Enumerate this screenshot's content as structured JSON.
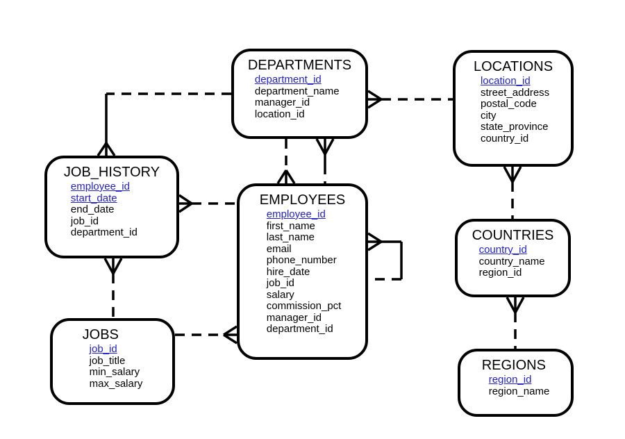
{
  "colors": {
    "background": "#ffffff",
    "entity_border": "#000000",
    "field_text": "#000000",
    "primary_key_text": "#2323cc",
    "connector": "#000000"
  },
  "entities": [
    {
      "id": "departments",
      "title": "DEPARTMENTS",
      "fields": [
        {
          "name": "department_id",
          "pk": true
        },
        {
          "name": "department_name",
          "pk": false
        },
        {
          "name": "manager_id",
          "pk": false
        },
        {
          "name": "location_id",
          "pk": false
        }
      ]
    },
    {
      "id": "locations",
      "title": "LOCATIONS",
      "fields": [
        {
          "name": "location_id",
          "pk": true
        },
        {
          "name": "street_address",
          "pk": false
        },
        {
          "name": "postal_code",
          "pk": false
        },
        {
          "name": "city",
          "pk": false
        },
        {
          "name": "state_province",
          "pk": false
        },
        {
          "name": "country_id",
          "pk": false
        }
      ]
    },
    {
      "id": "job_history",
      "title": "JOB_HISTORY",
      "fields": [
        {
          "name": "employee_id",
          "pk": true
        },
        {
          "name": "start_date",
          "pk": true
        },
        {
          "name": "end_date",
          "pk": false
        },
        {
          "name": "job_id",
          "pk": false
        },
        {
          "name": "department_id",
          "pk": false
        }
      ]
    },
    {
      "id": "employees",
      "title": "EMPLOYEES",
      "fields": [
        {
          "name": "employee_id",
          "pk": true
        },
        {
          "name": "first_name",
          "pk": false
        },
        {
          "name": "last_name",
          "pk": false
        },
        {
          "name": "email",
          "pk": false
        },
        {
          "name": "phone_number",
          "pk": false
        },
        {
          "name": "hire_date",
          "pk": false
        },
        {
          "name": "job_id",
          "pk": false
        },
        {
          "name": "salary",
          "pk": false
        },
        {
          "name": "commission_pct",
          "pk": false
        },
        {
          "name": "manager_id",
          "pk": false
        },
        {
          "name": "department_id",
          "pk": false
        }
      ]
    },
    {
      "id": "countries",
      "title": "COUNTRIES",
      "fields": [
        {
          "name": "country_id",
          "pk": true
        },
        {
          "name": "country_name",
          "pk": false
        },
        {
          "name": "region_id",
          "pk": false
        }
      ]
    },
    {
      "id": "jobs",
      "title": "JOBS",
      "fields": [
        {
          "name": "job_id",
          "pk": true
        },
        {
          "name": "job_title",
          "pk": false
        },
        {
          "name": "min_salary",
          "pk": false
        },
        {
          "name": "max_salary",
          "pk": false
        }
      ]
    },
    {
      "id": "regions",
      "title": "REGIONS",
      "fields": [
        {
          "name": "region_id",
          "pk": true
        },
        {
          "name": "region_name",
          "pk": false
        }
      ]
    }
  ],
  "relationships": [
    {
      "from": "DEPARTMENTS",
      "to": "LOCATIONS",
      "crow_foot_at": "DEPARTMENTS",
      "line_style": "dashed"
    },
    {
      "from": "JOB_HISTORY",
      "to": "DEPARTMENTS",
      "crow_foot_at": "JOB_HISTORY",
      "line_style": "dashed"
    },
    {
      "from": "EMPLOYEES",
      "to": "DEPARTMENTS",
      "crow_foot_at": "EMPLOYEES",
      "line_style": "dashed"
    },
    {
      "from": "DEPARTMENTS",
      "to": "EMPLOYEES",
      "crow_foot_at": "DEPARTMENTS",
      "line_style": "dashed"
    },
    {
      "from": "JOB_HISTORY",
      "to": "EMPLOYEES",
      "crow_foot_at": "JOB_HISTORY",
      "line_style": "dashed"
    },
    {
      "from": "EMPLOYEES",
      "to": "JOBS",
      "crow_foot_at": "EMPLOYEES",
      "line_style": "dashed"
    },
    {
      "from": "JOB_HISTORY",
      "to": "JOBS",
      "crow_foot_at": "JOB_HISTORY",
      "line_style": "dashed"
    },
    {
      "from": "EMPLOYEES",
      "to": "EMPLOYEES",
      "crow_foot_at": "EMPLOYEES",
      "line_style": "dashed"
    },
    {
      "from": "LOCATIONS",
      "to": "COUNTRIES",
      "crow_foot_at": "LOCATIONS",
      "line_style": "dashed"
    },
    {
      "from": "COUNTRIES",
      "to": "REGIONS",
      "crow_foot_at": "COUNTRIES",
      "line_style": "dashed"
    }
  ]
}
